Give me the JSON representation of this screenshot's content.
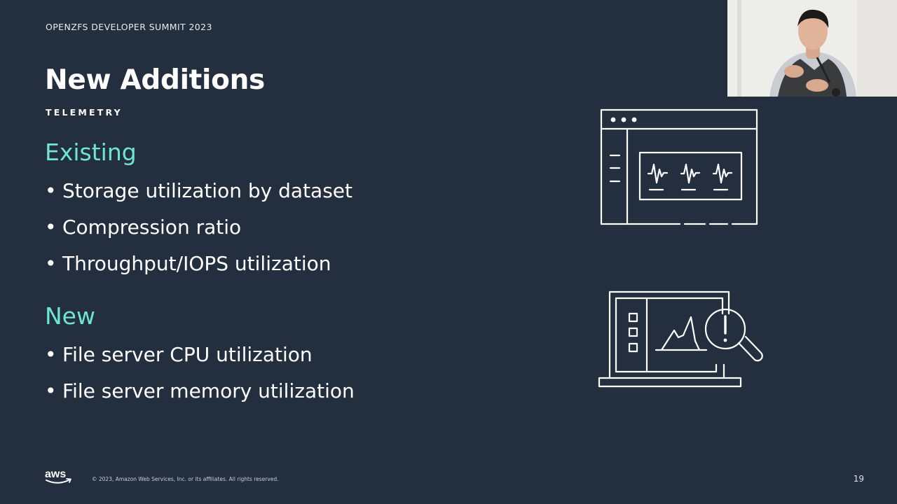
{
  "slide": {
    "event_name": "OPENZFS DEVELOPER SUMMIT 2023",
    "title": "New Additions",
    "subtitle": "TELEMETRY",
    "sections": [
      {
        "heading": "Existing",
        "bullets": [
          "Storage utilization by dataset",
          "Compression ratio",
          "Throughput/IOPS utilization"
        ]
      },
      {
        "heading": "New",
        "bullets": [
          "File server CPU utilization",
          "File server memory utilization"
        ]
      }
    ],
    "footer": {
      "logo_text": "aws",
      "copyright": "© 2023, Amazon Web Services, Inc. or its affiliates. All rights reserved.",
      "page_number": "19"
    },
    "bullet_glyph": "•",
    "icons": [
      "monitoring-dashboard-icon",
      "laptop-alert-analytics-icon"
    ]
  },
  "colors": {
    "background": "#232f3e",
    "heading_accent": "#6fe6d2",
    "text": "#ffffff"
  }
}
